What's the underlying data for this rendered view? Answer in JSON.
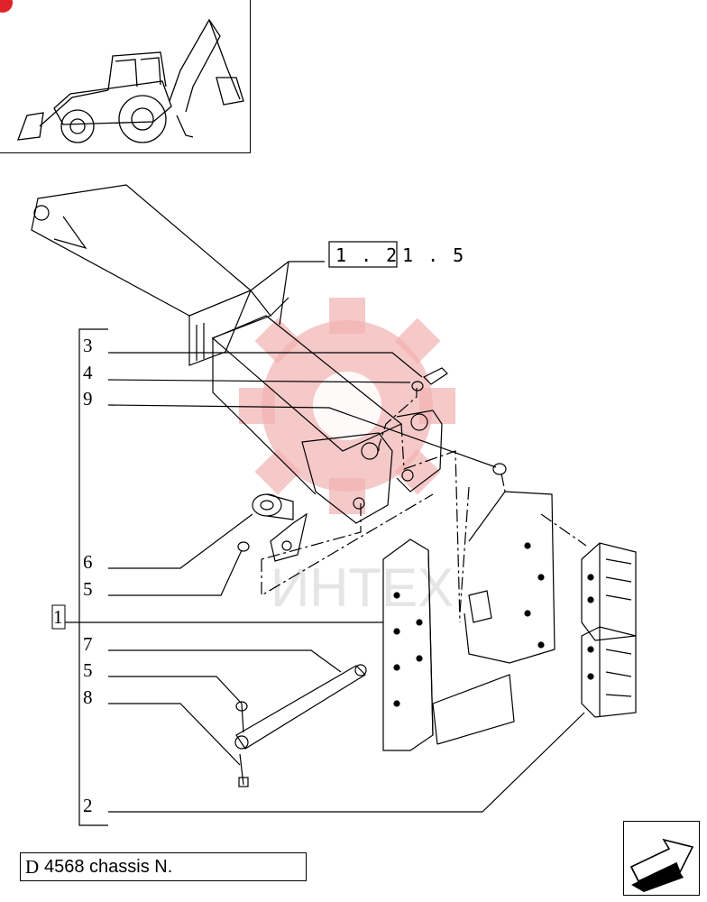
{
  "diagram": {
    "reference_box": "1 . 2",
    "reference_tail": "1 . 5",
    "callouts": {
      "c3": "3",
      "c4": "4",
      "c9": "9",
      "c6": "6",
      "c5a": "5",
      "c1": "1",
      "c7": "7",
      "c5b": "5",
      "c8": "8",
      "c2": "2"
    },
    "watermark_text": "ИНТЕХ"
  },
  "caption": {
    "prefix": "D",
    "text": "4568 chassis N."
  },
  "icons": {
    "thumbnail": "backhoe-loader-icon",
    "nav": "next-page-arrow-icon",
    "watermark_logo": "gear-logo-icon"
  },
  "colors": {
    "line": "#000000",
    "watermark": "#f2b2b2",
    "accent": "#e0222a"
  }
}
